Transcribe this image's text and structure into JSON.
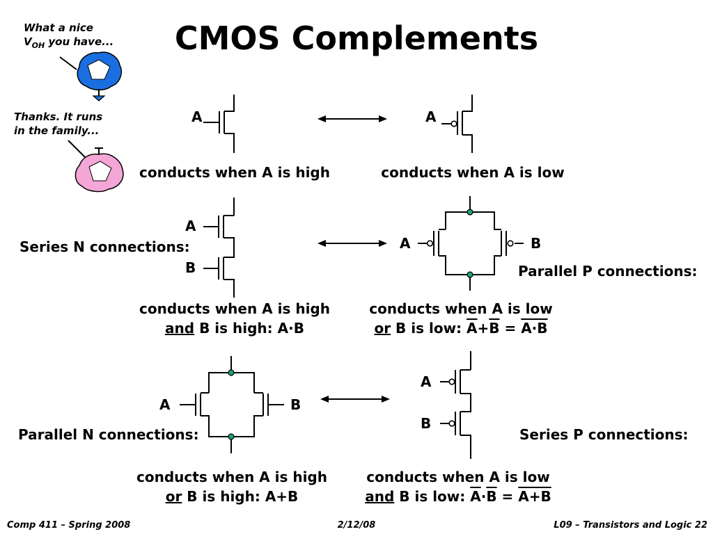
{
  "title": "CMOS Complements",
  "bubbles": {
    "top_line1": "What a nice",
    "top_line2_pre": "V",
    "top_line2_sub": "OH",
    "top_line2_post": " you have...",
    "bottom_line1": "Thanks.  It runs",
    "bottom_line2": "in the family..."
  },
  "colors": {
    "node": "#1aa37a",
    "blue_blob": "#1a6fe0",
    "pink_blob": "#f4a6d6"
  },
  "row1": {
    "nmos_gate": "A",
    "pmos_gate": "A",
    "nmos_caption": "conducts when A is high",
    "pmos_caption": "conducts when A is low"
  },
  "row2": {
    "left_label": "Series N connections:",
    "right_label": "Parallel P connections:",
    "n_gate_a": "A",
    "n_gate_b": "B",
    "p_gate_a": "A",
    "p_gate_b": "B",
    "left_cap_line1": "conducts when A is high",
    "left_cap_and": "and",
    "left_cap_rest": " B is high:  A·B",
    "right_cap_line1": "conducts when A is low",
    "right_cap_or": "or",
    "right_cap_mid": " B is low: ",
    "right_cap_expr_a": "A",
    "right_cap_plus": "+",
    "right_cap_expr_b": "B",
    "right_cap_eq": " = ",
    "right_cap_expr_ab": "A·B"
  },
  "row3": {
    "left_label": "Parallel N connections:",
    "right_label": "Series P connections:",
    "n_gate_a": "A",
    "n_gate_b": "B",
    "p_gate_a": "A",
    "p_gate_b": "B",
    "left_cap_line1": "conducts when A is high",
    "left_cap_or": "or",
    "left_cap_rest": " B is high:  A+B",
    "right_cap_line1": "conducts when A is low",
    "right_cap_and": "and",
    "right_cap_mid": " B is low: ",
    "right_cap_expr_a": "A",
    "right_cap_dot": "·",
    "right_cap_expr_b": "B",
    "right_cap_eq": " = ",
    "right_cap_expr_ab": "A+B"
  },
  "footer": {
    "left": "Comp 411 – Spring 2008",
    "center": "2/12/08",
    "right": "L09 – Transistors and Logic  22"
  }
}
